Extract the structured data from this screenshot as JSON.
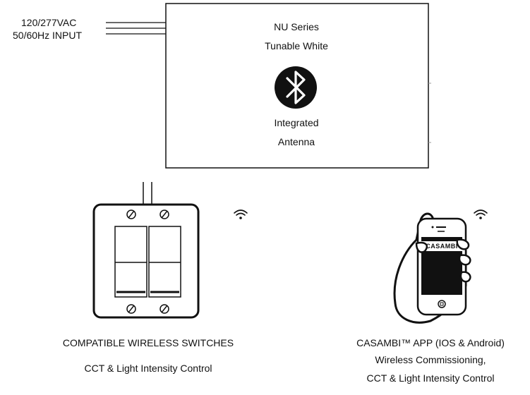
{
  "input": {
    "voltage": "120/277VAC",
    "frequency": "50/60Hz INPUT"
  },
  "driver": {
    "series": "NU Series",
    "type": "Tunable White",
    "antenna_line1": "Integrated",
    "antenna_line2": "Antenna",
    "icon": "bluetooth-icon"
  },
  "switches": {
    "title": "COMPATIBLE WIRELESS SWITCHES",
    "subtitle": "CCT & Light Intensity Control",
    "icon": "wifi-icon"
  },
  "app": {
    "title": "CASAMBI™ APP (IOS & Android)",
    "line2": "Wireless Commissioning,",
    "line3": "CCT & Light Intensity Control",
    "screen_brand": "CASAMBI",
    "icon": "wifi-icon"
  },
  "colors": {
    "line": "#111111",
    "background": "#ffffff"
  }
}
